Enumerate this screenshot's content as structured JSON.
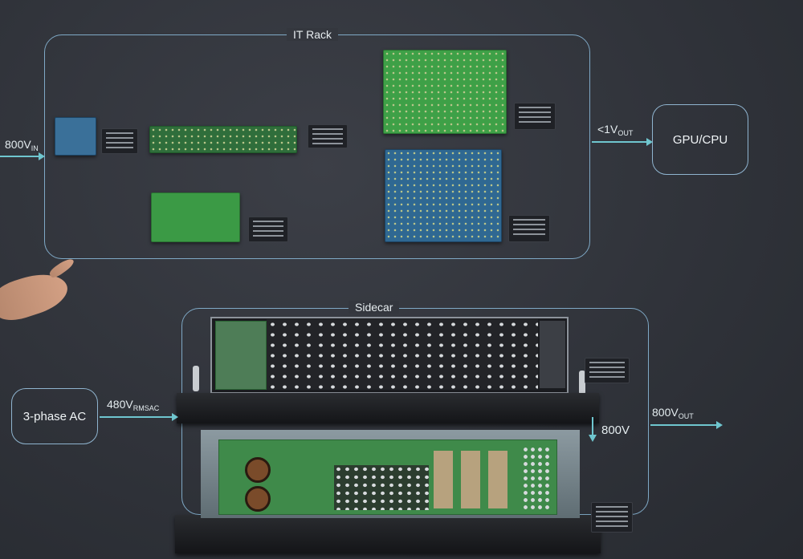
{
  "it_rack": {
    "label": "IT Rack"
  },
  "sidecar": {
    "label": "Sidecar"
  },
  "gpu_cpu": {
    "label": "GPU/CPU"
  },
  "three_phase": {
    "label": "3-phase AC"
  },
  "signals": {
    "in_800": {
      "main": "800V",
      "sub": "IN"
    },
    "out_lt1": {
      "main": "<1V",
      "sub": "OUT"
    },
    "ac_480": {
      "main": "480V",
      "sub": "RMSAC"
    },
    "out_800": {
      "main": "800V",
      "sub": "OUT"
    },
    "bus_800": {
      "main": "800V"
    }
  },
  "colors": {
    "accent": "#6fc6cf",
    "frame": "#7fa9c6",
    "background": "#30333a"
  }
}
